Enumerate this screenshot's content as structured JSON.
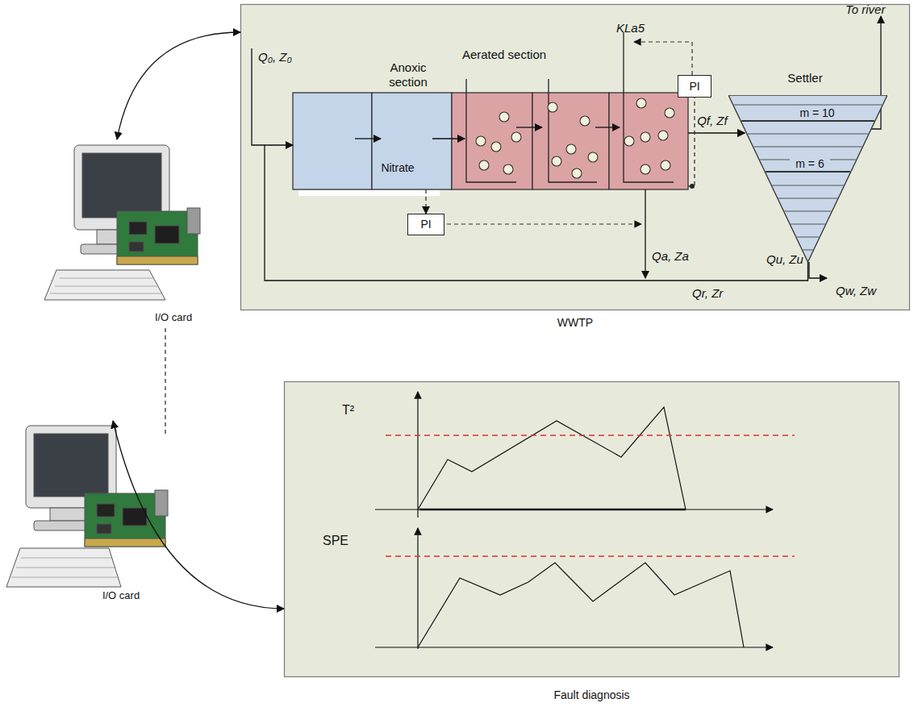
{
  "diagram": {
    "nodes": [
      {
        "text": [
          "WWTP"
        ]
      },
      {
        "text": [
          "Anoxic section",
          "Nitrate"
        ],
        "in": 0
      },
      {
        "text": [
          "Aerated section"
        ],
        "in": 0
      },
      {
        "text": [
          "PI"
        ],
        "in": 0
      },
      {
        "text": [
          "PI"
        ],
        "in": 0
      },
      {
        "text": [
          "Settler",
          "m = 10",
          "m = 6"
        ],
        "in": 0
      },
      {
        "text": [
          "Fault diagnosis"
        ]
      },
      {
        "text": [
          "I/O card"
        ]
      },
      {
        "text": [
          "I/O card"
        ]
      }
    ],
    "edges": [
      {
        "from": 1,
        "to": 2,
        "arrow": "to"
      },
      {
        "from": 2,
        "to": 5,
        "label": "Qf, Zf",
        "arrow": "to"
      },
      {
        "from": 5,
        "to": 1,
        "label": "Qr, Zr",
        "arrow": "to"
      },
      {
        "from": 1,
        "to": 3,
        "arrow": "to"
      },
      {
        "from": 2,
        "to": 4,
        "arrow": "none"
      },
      {
        "from": 7,
        "to": 0,
        "arrow": "both"
      },
      {
        "from": 8,
        "to": 6,
        "arrow": "both"
      },
      {
        "from": 7,
        "to": 8,
        "arrow": "none"
      }
    ],
    "labels": [
      "Q₀, Z₀",
      "KLa5",
      "To river",
      "Qa, Za",
      "Qu, Zu",
      "Qw, Zw",
      "T²",
      "SPE"
    ]
  }
}
